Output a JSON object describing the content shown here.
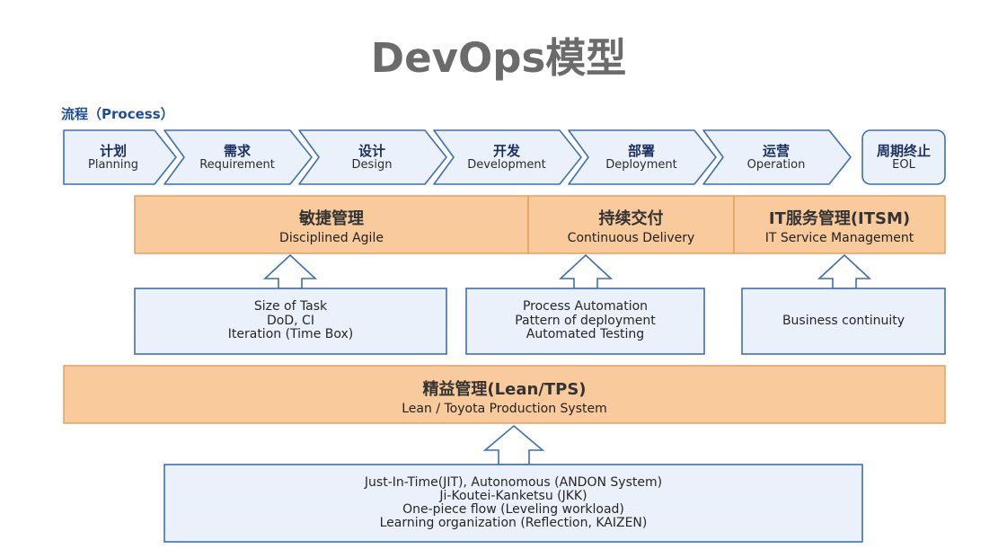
{
  "title": "DevOps模型",
  "process": {
    "label": "流程（Process）",
    "steps": [
      {
        "zh": "计划",
        "en": "Planning"
      },
      {
        "zh": "需求",
        "en": "Requirement"
      },
      {
        "zh": "设计",
        "en": "Design"
      },
      {
        "zh": "开发",
        "en": "Development"
      },
      {
        "zh": "部署",
        "en": "Deployment"
      },
      {
        "zh": "运营",
        "en": "Operation"
      },
      {
        "zh": "周期终止",
        "en": "EOL"
      }
    ]
  },
  "practices": [
    {
      "zh": "敏捷管理",
      "en": "Disciplined Agile",
      "details": [
        "Size of Task",
        "DoD, CI",
        "Iteration (Time Box)"
      ]
    },
    {
      "zh": "持续交付",
      "en": "Continuous Delivery",
      "details": [
        "Process Automation",
        "Pattern of deployment",
        "Automated Testing"
      ]
    },
    {
      "zh": "IT服务管理(ITSM)",
      "en": "IT Service Management",
      "details": [
        "Business continuity"
      ]
    }
  ],
  "foundation": {
    "zh": "精益管理(Lean/TPS)",
    "en": "Lean / Toyota Production System",
    "details": [
      "Just-In-Time(JIT), Autonomous (ANDON System)",
      "Ji-Koutei-Kanketsu (JKK)",
      "One-piece flow (Leveling workload)",
      "Learning organization (Reflection, KAIZEN)"
    ]
  },
  "colors": {
    "title": "#6b6b6b",
    "label": "#1f4e96",
    "step-zh": "#1b2f5e",
    "blue-border": "#3d6fb6",
    "blue-fill": "#ebf1fa",
    "orange-fill": "#f8ca9c",
    "orange-border": "#e49d58"
  }
}
